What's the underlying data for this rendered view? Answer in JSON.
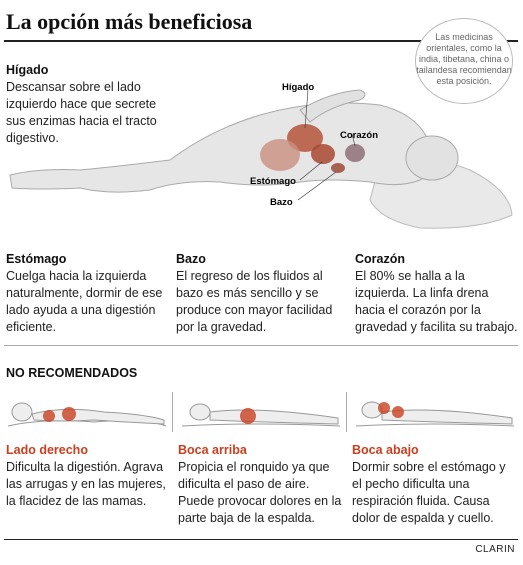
{
  "title": "La opción más beneficiosa",
  "callout": "Las medicinas orientales, como la india, tibetana, china o tailandesa recomiendan esta posición.",
  "main_figure": {
    "labels": {
      "higado": "Hígado",
      "corazon": "Corazón",
      "estomago": "Estómago",
      "bazo": "Bazo"
    }
  },
  "sections": {
    "higado": {
      "heading": "Hígado",
      "text": "Descansar sobre el lado izquierdo hace que secrete sus enzimas hacia el tracto digestivo."
    },
    "estomago": {
      "heading": "Estómago",
      "text": "Cuelga hacia la izquierda naturalmente, dormir de ese lado ayuda a una digestión eficiente."
    },
    "bazo": {
      "heading": "Bazo",
      "text": "El regreso de los fluidos al bazo es más sencillo y se produce con mayor facilidad por la gravedad."
    },
    "corazon": {
      "heading": "Corazón",
      "text": "El 80% se halla a la izquierda. La linfa drena hacia el corazón por la gravedad y facilita su trabajo."
    }
  },
  "not_recommended": {
    "heading": "NO RECOMENDADOS",
    "items": [
      {
        "heading": "Lado derecho",
        "text": "Dificulta la digestión. Agrava las arrugas y en las mujeres, la flacidez de las mamas."
      },
      {
        "heading": "Boca arriba",
        "text": "Propicia el ronquido ya que dificulta el paso de aire. Puede provocar dolores en la parte baja de la espalda."
      },
      {
        "heading": "Boca abajo",
        "text": "Dormir sobre el estómago y el pecho dificulta una respiración fluida. Causa dolor de espalda y cuello."
      }
    ]
  },
  "brand": "CLARIN",
  "colors": {
    "accent_red": "#c8401f",
    "organ_red": "#b5533a",
    "body_gray": "#e6e6e6"
  }
}
